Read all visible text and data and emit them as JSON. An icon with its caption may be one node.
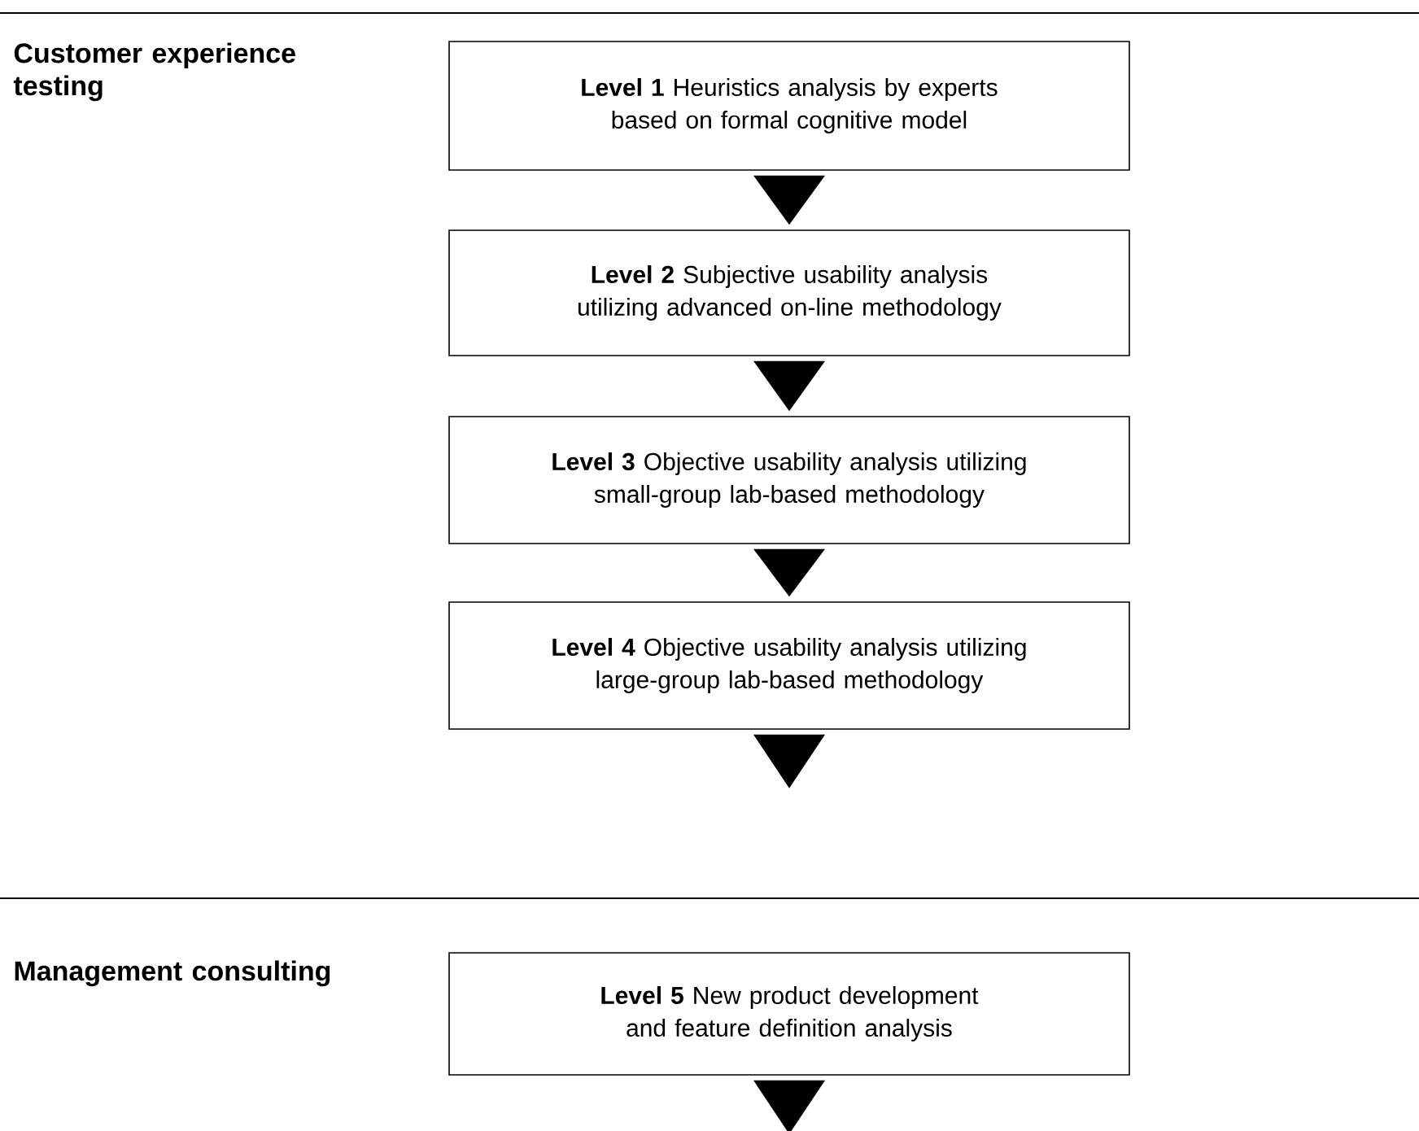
{
  "diagram": {
    "nodes": [
      {
        "text": [
          "**Level 1** Heuristics analysis by experts based on formal cognitive model"
        ]
      },
      {
        "text": [
          "**Level 2** Subjective usability analysis utilizing advanced on-line methodology"
        ]
      },
      {
        "text": [
          "**Level 3** Objective usability analysis utilizing small-group lab-based methodology"
        ]
      },
      {
        "text": [
          "**Level 4** Objective usability analysis utilizing large-group lab-based methodology"
        ]
      },
      {
        "text": [
          "**Level 5** New product development and feature definition analysis"
        ]
      }
    ],
    "edges": [
      {
        "from": 0,
        "to": 1,
        "arrow": "to"
      },
      {
        "from": 1,
        "to": 2,
        "arrow": "to"
      },
      {
        "from": 2,
        "to": 3,
        "arrow": "to"
      },
      {
        "from": 3,
        "to": null,
        "arrow": "to"
      },
      {
        "from": 4,
        "to": null,
        "arrow": "to"
      }
    ],
    "labels": [
      "Customer experience testing",
      "Management consulting"
    ]
  }
}
